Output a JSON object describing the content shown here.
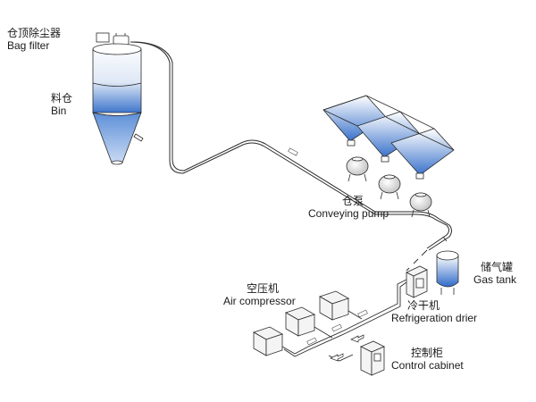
{
  "labels": {
    "bag_filter": {
      "zh": "仓顶除尘器",
      "en": "Bag filter"
    },
    "bin": {
      "zh": "料仓",
      "en": "Bin"
    },
    "conveying_pump": {
      "zh": "仓泵",
      "en": "Conveying pump"
    },
    "gas_tank": {
      "zh": "储气罐",
      "en": "Gas tank"
    },
    "refrigeration_drier": {
      "zh": "冷干机",
      "en": "Refrigeration drier"
    },
    "air_compressor": {
      "zh": "空压机",
      "en": "Air compressor"
    },
    "control_cabinet": {
      "zh": "控制柜",
      "en": "Control cabinet"
    }
  },
  "colors": {
    "line": "#2b2b2b",
    "fill_blue": "#4a7fd0",
    "fill_light": "#e8eef8",
    "equipment_fill": "#f4f4f4"
  }
}
